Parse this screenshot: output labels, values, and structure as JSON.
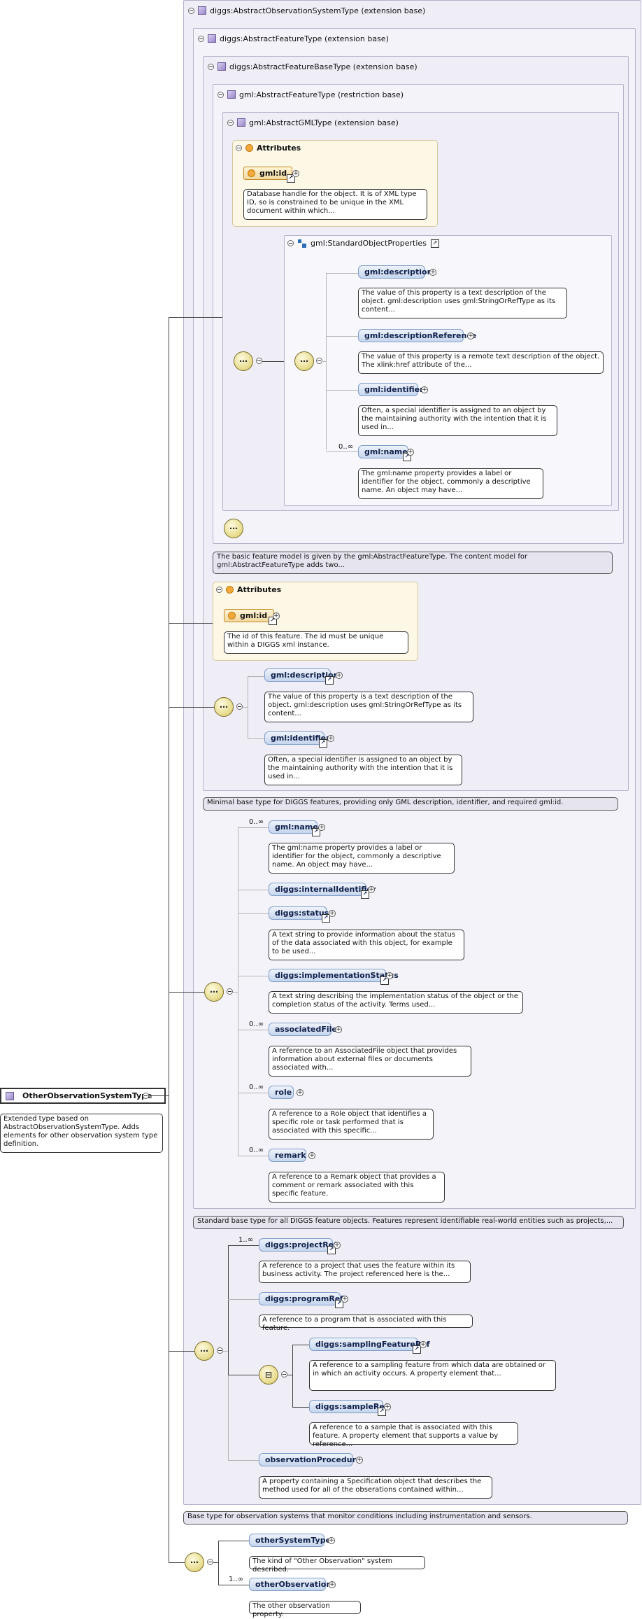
{
  "root": {
    "name": "OtherObservationSystemType",
    "doc": "Extended type based on AbstractObservationSystemType. Adds elements for other observation system type definition."
  },
  "groups": {
    "g1": "diggs:AbstractObservationSystemType (extension base)",
    "g2": "diggs:AbstractFeatureType (extension base)",
    "g3": "diggs:AbstractFeatureBaseType (extension base)",
    "g4": "gml:AbstractFeatureType (restriction base)",
    "g5": "gml:AbstractGMLType (extension base)"
  },
  "attributes_label": "Attributes",
  "gml_attrs": {
    "id": "gml:id",
    "id_doc": "Database handle for the object. It is of XML type ID, so is constrained to be unique in the XML document within which...",
    "std_props": "gml:StandardObjectProperties"
  },
  "std": {
    "desc": "gml:description",
    "desc_doc": "The value of this property is a text description of the object. gml:description uses gml:StringOrRefType as its content...",
    "descref": "gml:descriptionReference",
    "descref_doc": "The value of this property is a remote text description of the object. The xlink:href attribute of the...",
    "ident": "gml:identifier",
    "ident_doc": "Often, a special identifier is assigned to an object by the maintaining authority with the intention that it is used in...",
    "name_occ": "0..∞",
    "name": "gml:name",
    "name_doc": "The gml:name property provides a label or identifier for the object, commonly a descriptive name. An object may have..."
  },
  "g4_doc": "The basic feature model is given by the gml:AbstractFeatureType. The content model for gml:AbstractFeatureType adds two...",
  "g3_attrs": {
    "id": "gml:id",
    "id_doc": "The id of this feature. The id must be unique within a DIGGS xml instance."
  },
  "g3_seq": {
    "desc": "gml:description",
    "desc_doc": "The value of this property is a text description of the object. gml:description uses gml:StringOrRefType as its content...",
    "ident": "gml:identifier",
    "ident_doc": "Often, a special identifier is assigned to an object by the maintaining authority with the intention that it is used in..."
  },
  "g3_doc": "Minimal base type for DIGGS features, providing only GML description, identifier, and required gml:id.",
  "g2_seq": {
    "name_occ": "0..∞",
    "name": "gml:name",
    "name_doc": "The gml:name property provides a label or identifier for the object, commonly a descriptive name. An object may have...",
    "internal": "diggs:internalIdentifier",
    "status": "diggs:status",
    "status_doc": "A text string to provide information about the status of the data associated with this object, for example to be used...",
    "impl": "diggs:implementationStatus",
    "impl_doc": "A text string describing the implementation status of the object or the completion status of the activity. Terms used...",
    "file_occ": "0..∞",
    "file": "associatedFile",
    "file_doc": "A reference to an AssociatedFile object that provides information about external files or documents associated with...",
    "role_occ": "0..∞",
    "role": "role",
    "role_doc": "A reference to a Role object that identifies a specific role or task performed that is associated with this specific...",
    "remark_occ": "0..∞",
    "remark": "remark",
    "remark_doc": "A reference to a Remark object that provides a comment or remark associated with this specific feature."
  },
  "g2_doc": "Standard base type for all DIGGS feature objects. Features represent identifiable real-world entities such as projects,...",
  "g1_seq": {
    "proj_occ": "1..∞",
    "proj": "diggs:projectRef",
    "proj_doc": "A reference to a project that uses the feature within its business activity. The project referenced here is the...",
    "prog": "diggs:programRef",
    "prog_doc": "A reference to a program that is associated with this feature.",
    "sampfeat": "diggs:samplingFeatureRef",
    "sampfeat_doc": "A reference to a sampling feature from which data are obtained or in which an activity occurs. A property element that...",
    "sample": "diggs:sampleRef",
    "sample_doc": "A reference to a sample that is associated with this feature. A property element that supports a value by reference...",
    "proc": "observationProcedure",
    "proc_doc": "A property containing a Specification object that describes the method used for all of the obserations contained within..."
  },
  "g1_doc": "Base type for observation systems that monitor conditions including instrumentation and sensors.",
  "own_seq": {
    "other_type": "otherSystemType",
    "other_type_doc": "The kind of \"Other Observation\" system described.",
    "obs_occ": "1..∞",
    "obs": "otherObservation",
    "obs_doc": "The other observation property."
  }
}
